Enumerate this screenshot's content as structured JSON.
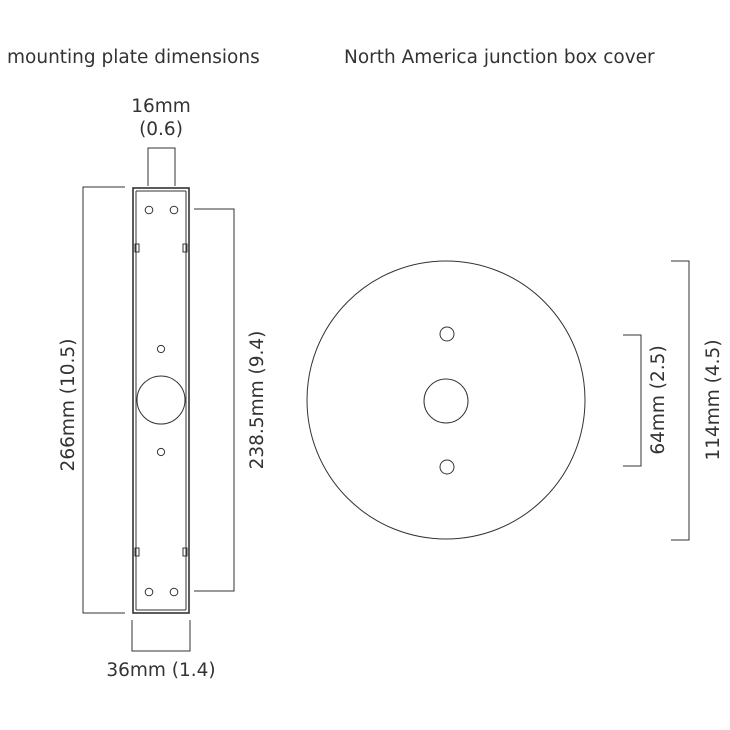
{
  "headings": {
    "mounting_plate": "mounting plate dimensions",
    "junction_box": "North America junction box cover"
  },
  "plate_dimensions": {
    "top_width": {
      "mm": "16mm",
      "in": "(0.6)"
    },
    "overall_height": "266mm (10.5)",
    "hole_spacing": "238.5mm (9.4)",
    "width": "36mm (1.4)"
  },
  "cover_dimensions": {
    "hole_spacing": "64mm (2.5)",
    "diameter": "114mm (4.5)"
  },
  "colors": {
    "line": "#333333",
    "background": "#ffffff"
  }
}
